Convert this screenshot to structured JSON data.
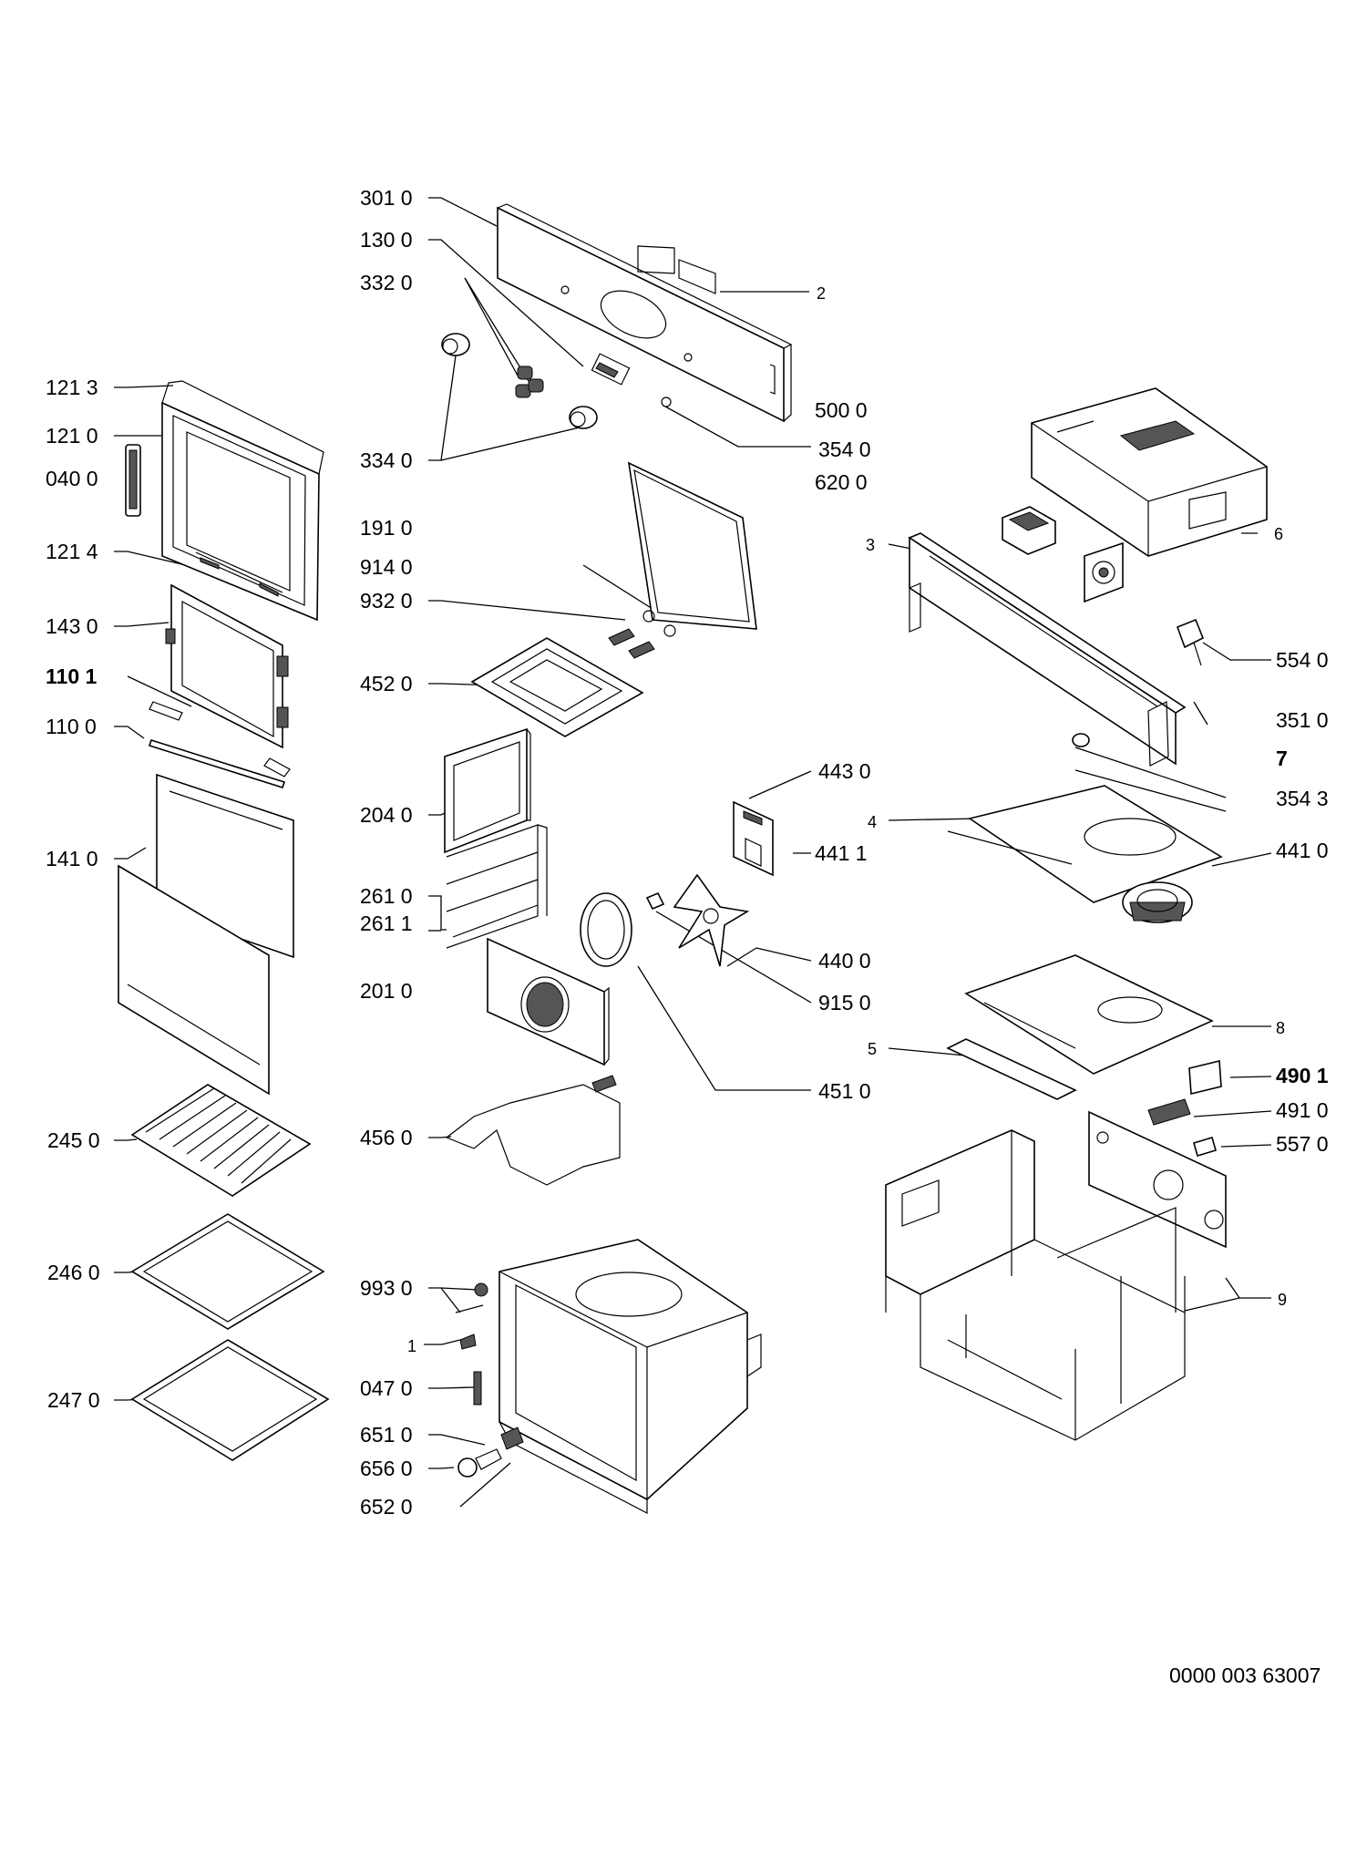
{
  "callouts": {
    "c3010": "301 0",
    "c1300": "130 0",
    "c3320": "332 0",
    "c2": "2",
    "c1213": "121 3",
    "c1210": "121 0",
    "c0400": "040 0",
    "c1214": "121 4",
    "c3340": "334 0",
    "c5000": "500 0",
    "c3540": "354 0",
    "c6200": "620 0",
    "c1910": "191 0",
    "c9140": "914 0",
    "c9320": "932 0",
    "c1430": "143 0",
    "c1101": "110 1",
    "c1100": "110 0",
    "c4520": "452 0",
    "c3": "3",
    "c6": "6",
    "c5540": "554 0",
    "c3510": "351 0",
    "c7": "7",
    "c3543": "354 3",
    "c4430": "443 0",
    "c2040": "204 0",
    "c4": "4",
    "c4411": "441 1",
    "c4410": "441 0",
    "c1410": "141 0",
    "c2610": "261 0",
    "c2611": "261 1",
    "c4400": "440 0",
    "c2010": "201 0",
    "c9150": "915 0",
    "c8": "8",
    "c5": "5",
    "c4510": "451 0",
    "c4901": "490 1",
    "c2450": "245 0",
    "c4560": "456 0",
    "c4910": "491 0",
    "c5570": "557 0",
    "c2460": "246 0",
    "c9930": "993 0",
    "c9": "9",
    "c1": "1",
    "c2470": "247 0",
    "c0470": "047 0",
    "c6510": "651 0",
    "c6560": "656 0",
    "c6520": "652 0"
  },
  "doc_number": "0000 003 63007"
}
